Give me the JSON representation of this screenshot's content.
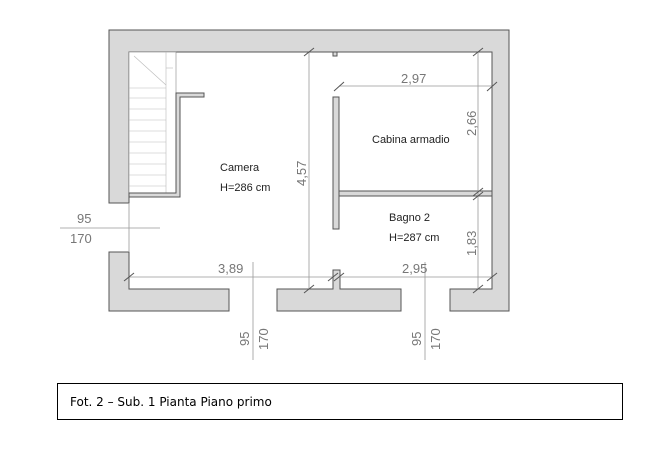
{
  "plan": {
    "rooms": [
      {
        "name": "Camera",
        "height": "H=286 cm"
      },
      {
        "name": "Cabina armadio"
      },
      {
        "name": "Bagno 2",
        "height": "H=287 cm"
      }
    ],
    "dimensions": {
      "camera_width": "3,89",
      "camera_depth": "4,57",
      "cabina_width": "2,97",
      "cabina_depth": "2,66",
      "bagno_width": "2,95",
      "bagno_depth": "1,83"
    },
    "windows": {
      "left": {
        "sill": "95",
        "height": "170"
      },
      "bottom_left": {
        "sill": "95",
        "height": "170"
      },
      "bottom_right": {
        "sill": "95",
        "height": "170"
      }
    }
  },
  "caption": "Fot. 2 – Sub. 1 Pianta Piano primo"
}
